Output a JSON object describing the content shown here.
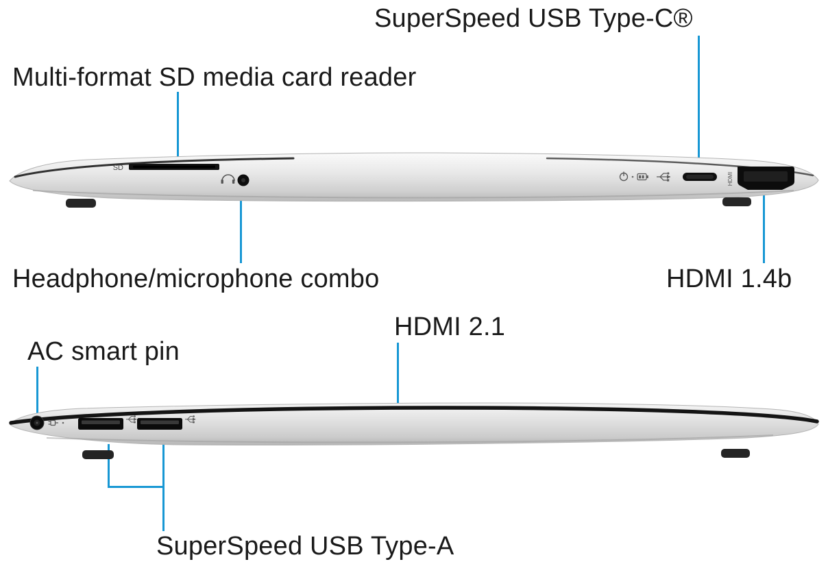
{
  "meta": {
    "accent_color": "#1797d4",
    "text_color": "#191919",
    "laptop_color": "#d9d9d9"
  },
  "top_view": {
    "description": "laptop-right-side-profile",
    "callouts": {
      "usb_c": {
        "label": "SuperSpeed USB Type-C®"
      },
      "sd": {
        "label": "Multi-format SD media card reader"
      },
      "headphone": {
        "label": "Headphone/microphone combo"
      },
      "hdmi": {
        "label": "HDMI 1.4b"
      }
    },
    "markings": {
      "sd": "SD",
      "hdmi": "HDMI"
    }
  },
  "bottom_view": {
    "description": "laptop-left-side-profile",
    "callouts": {
      "ac": {
        "label": "AC smart pin"
      },
      "hdmi": {
        "label": "HDMI 2.1"
      },
      "usb_a": {
        "label": "SuperSpeed USB Type-A"
      }
    }
  }
}
